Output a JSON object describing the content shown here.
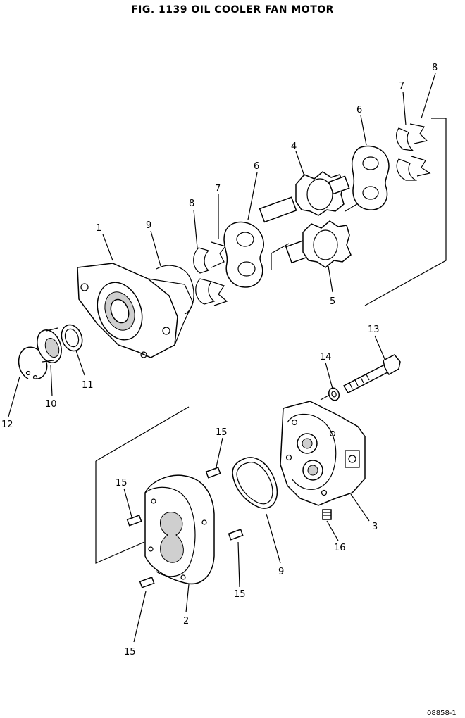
{
  "title": "FIG. 1139  OIL COOLER FAN MOTOR",
  "ref_code": "08858-1",
  "callouts": [
    {
      "id": "c1",
      "text": "1"
    },
    {
      "id": "c2",
      "text": "2"
    },
    {
      "id": "c3",
      "text": "3"
    },
    {
      "id": "c4",
      "text": "4"
    },
    {
      "id": "c5",
      "text": "5"
    },
    {
      "id": "c6a",
      "text": "6"
    },
    {
      "id": "c6b",
      "text": "6"
    },
    {
      "id": "c7a",
      "text": "7"
    },
    {
      "id": "c7b",
      "text": "7"
    },
    {
      "id": "c8a",
      "text": "8"
    },
    {
      "id": "c8b",
      "text": "8"
    },
    {
      "id": "c9a",
      "text": "9"
    },
    {
      "id": "c9b",
      "text": "9"
    },
    {
      "id": "c10",
      "text": "10"
    },
    {
      "id": "c11",
      "text": "11"
    },
    {
      "id": "c12",
      "text": "12"
    },
    {
      "id": "c13",
      "text": "13"
    },
    {
      "id": "c14",
      "text": "14"
    },
    {
      "id": "c15a",
      "text": "15"
    },
    {
      "id": "c15b",
      "text": "15"
    },
    {
      "id": "c15c",
      "text": "15"
    },
    {
      "id": "c15d",
      "text": "15"
    },
    {
      "id": "c16",
      "text": "16"
    }
  ]
}
